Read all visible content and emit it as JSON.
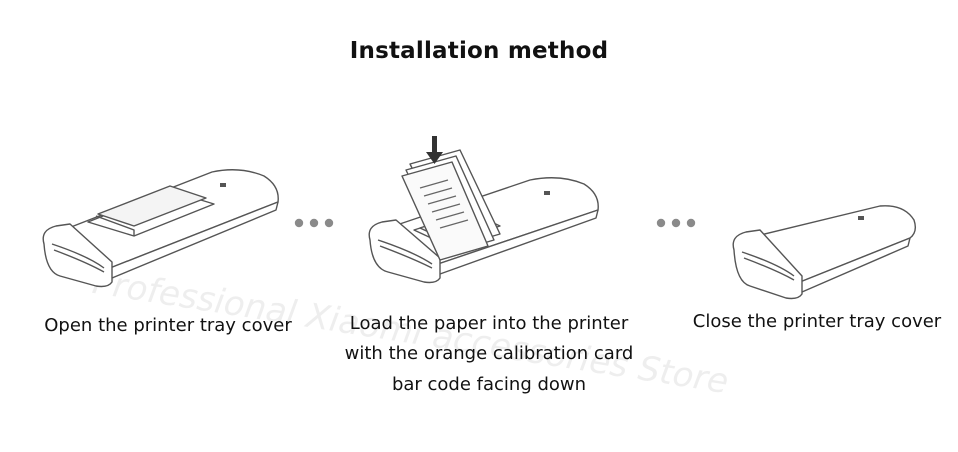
{
  "title": "Installation method",
  "watermark": "Professional Xiaomi accessories Store",
  "steps": [
    {
      "lines": [
        "Open the printer tray cover"
      ]
    },
    {
      "lines": [
        "Load the paper into the printer",
        "with the orange calibration card",
        "bar code facing down"
      ]
    },
    {
      "lines": [
        "Close the printer tray cover"
      ]
    }
  ],
  "colors": {
    "line": "#555555",
    "dots": "#8a8a8a",
    "text": "#111111"
  },
  "icons": [
    "ellipsis-icon",
    "down-arrow-icon",
    "mi-logo-icon"
  ]
}
